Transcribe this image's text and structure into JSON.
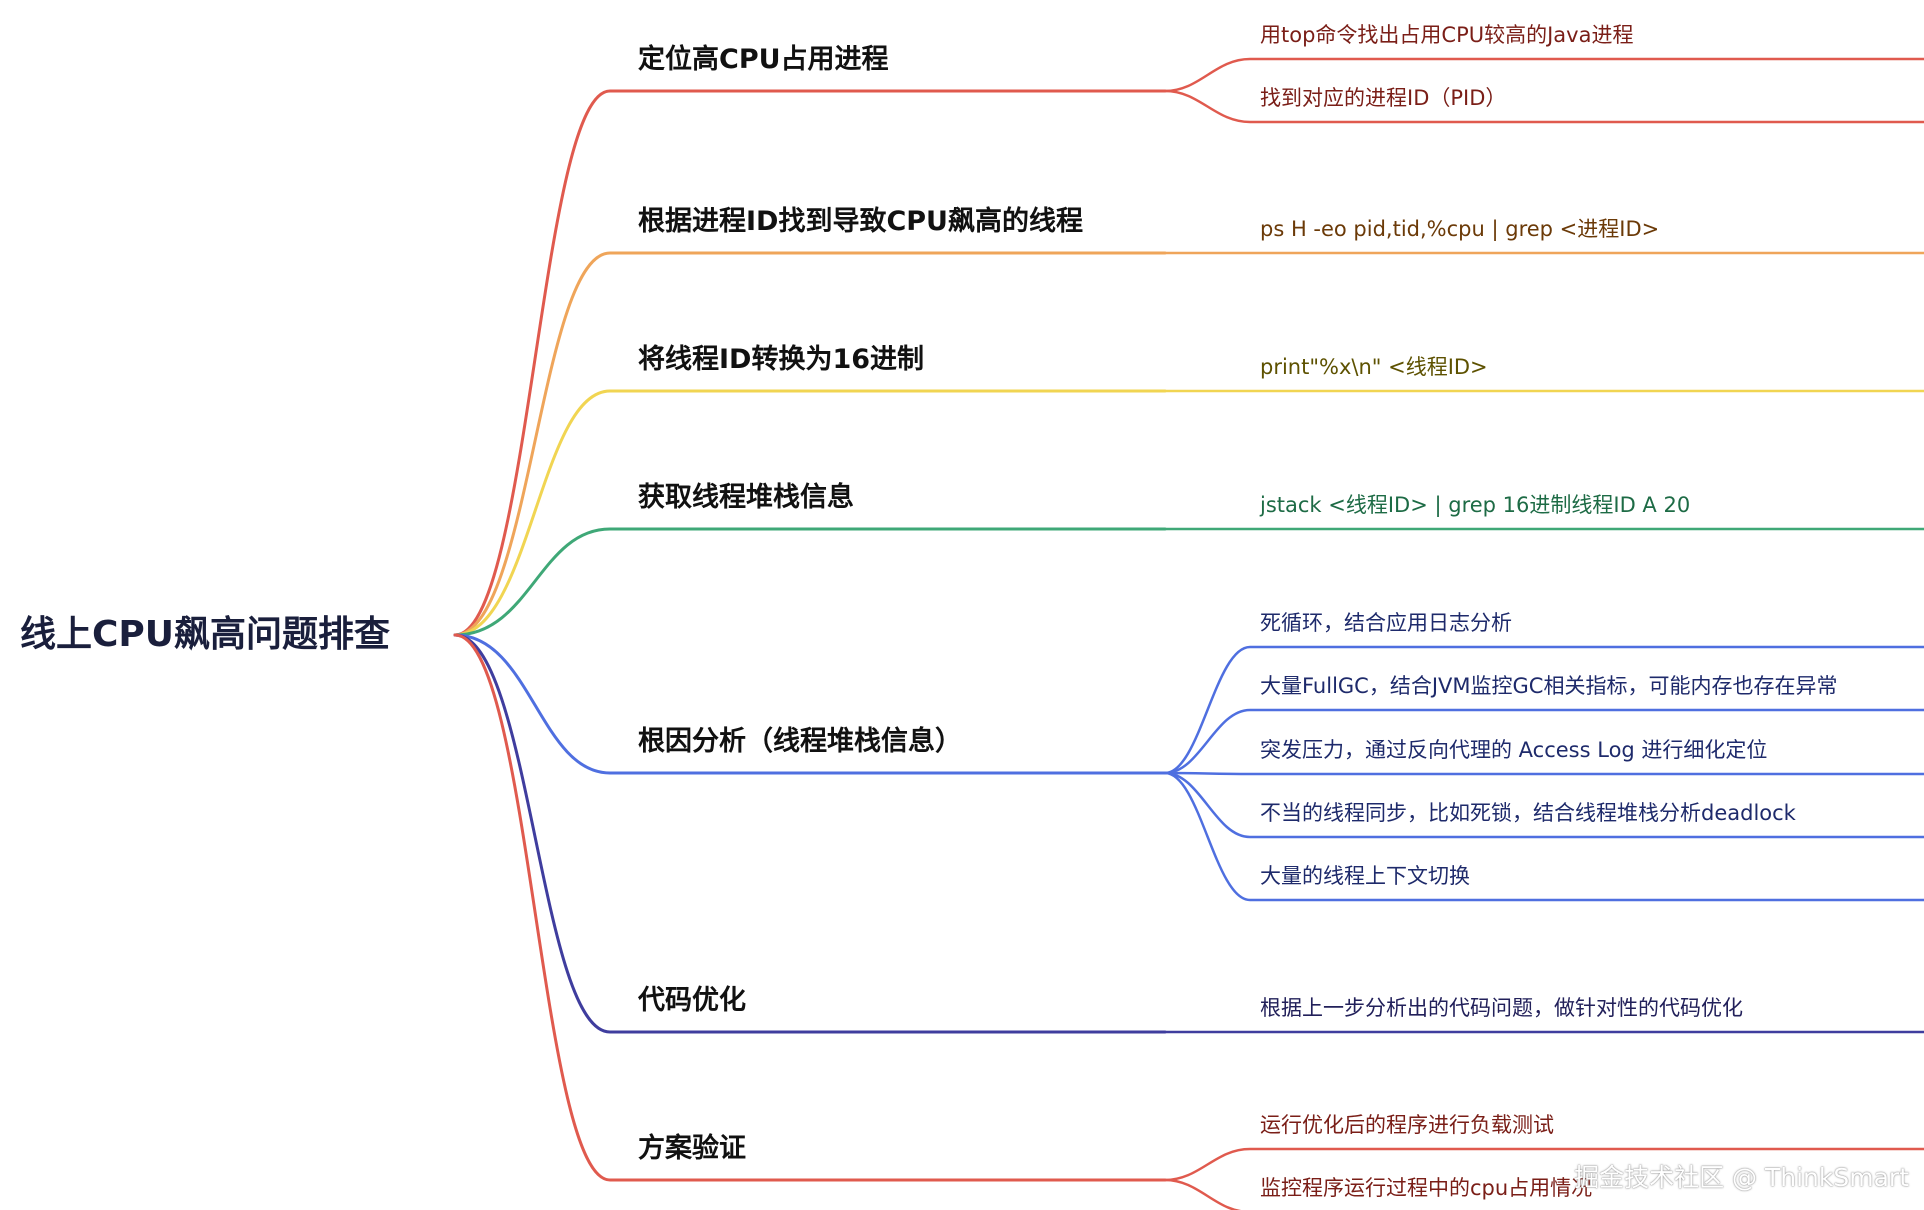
{
  "root": {
    "label": "线上CPU飙高问题排查",
    "color": "#1a1f3c"
  },
  "branches": [
    {
      "label": "定位高CPU占用进程",
      "color": "#e05a4e",
      "leaf_text_color": "#7a1e17",
      "leaves": [
        "用top命令找出占用CPU较高的Java进程",
        "找到对应的进程ID（PID）"
      ]
    },
    {
      "label": "根据进程ID找到导致CPU飙高的线程",
      "color": "#efa55a",
      "leaf_text_color": "#6b3a08",
      "leaves": [
        "ps H -eo pid,tid,%cpu | grep <进程ID>"
      ]
    },
    {
      "label": "将线程ID转换为16进制",
      "color": "#f1d552",
      "leaf_text_color": "#5d5100",
      "leaves": [
        "print\"%x\\n\" <线程ID>"
      ]
    },
    {
      "label": "获取线程堆栈信息",
      "color": "#3fa877",
      "leaf_text_color": "#1d6b45",
      "leaves": [
        "jstack <线程ID> | grep 16进制线程ID A 20"
      ]
    },
    {
      "label": "根因分析（线程堆栈信息）",
      "color": "#4f6fe0",
      "leaf_text_color": "#1e2a6b",
      "leaves": [
        "死循环，结合应用日志分析",
        "大量FullGC，结合JVM监控GC相关指标，可能内存也存在异常",
        "突发压力，通过反向代理的 Access Log 进行细化定位",
        "不当的线程同步，比如死锁，结合线程堆栈分析deadlock",
        "大量的线程上下文切换"
      ]
    },
    {
      "label": "代码优化",
      "color": "#3f3d9e",
      "leaf_text_color": "#22205a",
      "leaves": [
        "根据上一步分析出的代码问题，做针对性的代码优化"
      ]
    },
    {
      "label": "方案验证",
      "color": "#e05a4e",
      "leaf_text_color": "#7a1e17",
      "leaves": [
        "运行优化后的程序进行负载测试",
        "监控程序运行过程中的cpu占用情况"
      ]
    }
  ],
  "watermark": "掘金技术社区 @ ThinkSmart"
}
